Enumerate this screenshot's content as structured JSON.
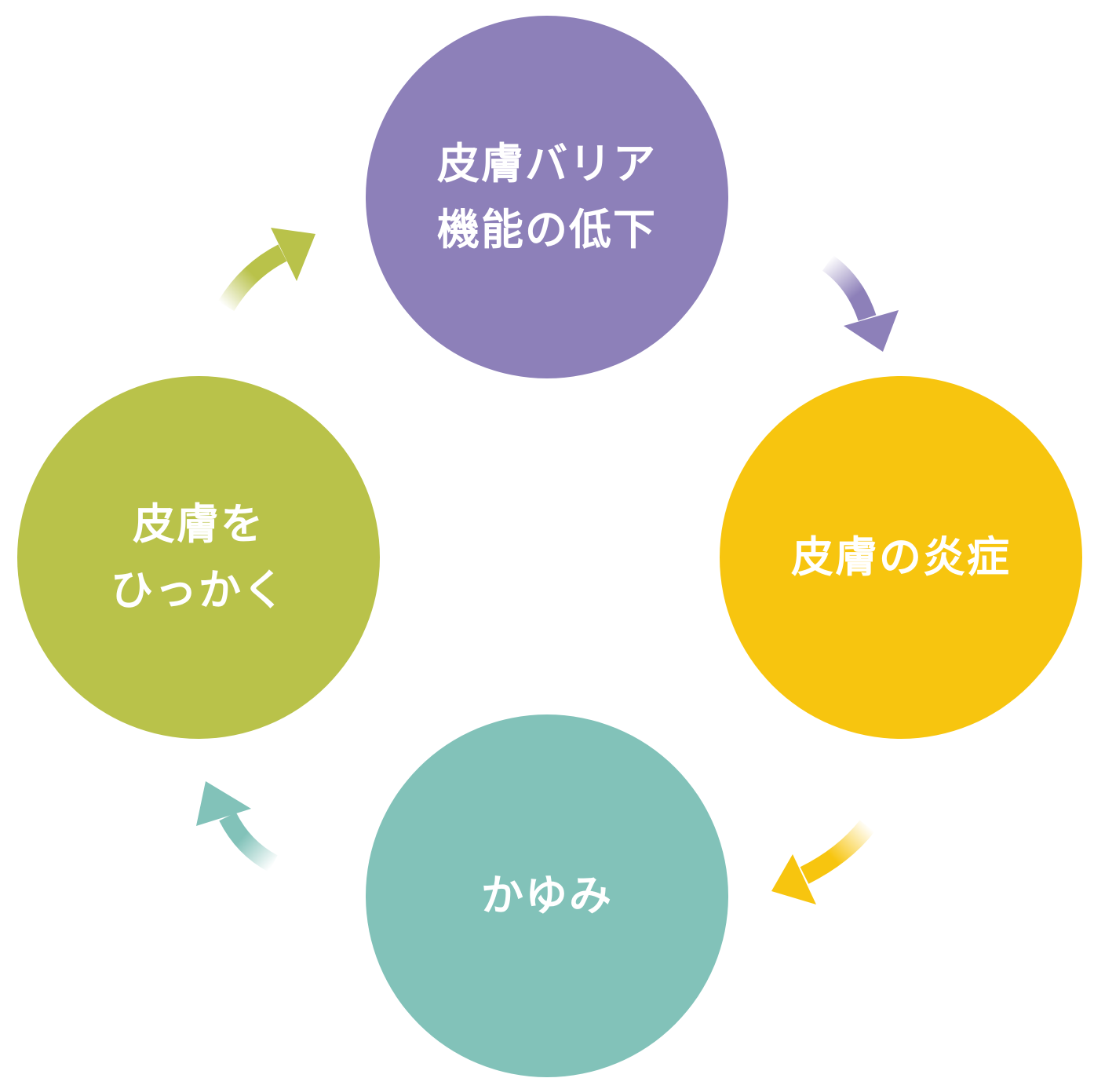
{
  "nodes": [
    {
      "lines": [
        "皮膚バリア",
        "機能の低下"
      ],
      "color": "#8d80b9"
    },
    {
      "lines": [
        "皮膚の炎症"
      ],
      "color": "#f7c50f"
    },
    {
      "lines": [
        "かゆみ"
      ],
      "color": "#82c2b9"
    },
    {
      "lines": [
        "皮膚を",
        "ひっかく"
      ],
      "color": "#b9c24a"
    }
  ]
}
